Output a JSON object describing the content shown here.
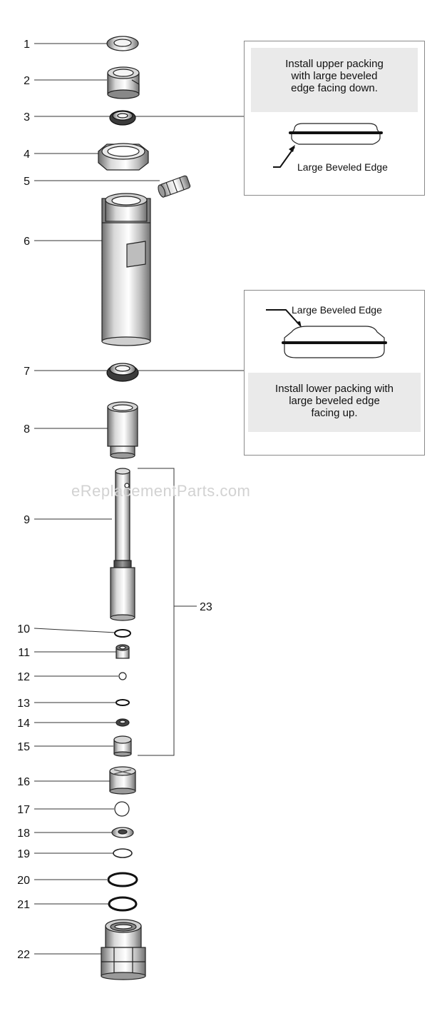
{
  "callouts": {
    "upper": {
      "note": "Install upper packing with large beveled edge facing down.",
      "note_lines": [
        "Install upper packing",
        "with large beveled",
        "edge facing down."
      ],
      "edge_label": "Large Beveled Edge"
    },
    "lower": {
      "note": "Install lower packing with large beveled edge facing up.",
      "note_lines": [
        "Install lower packing with",
        "large beveled edge",
        "facing up."
      ],
      "edge_label": "Large Beveled Edge"
    }
  },
  "parts": [
    {
      "number": "1"
    },
    {
      "number": "2"
    },
    {
      "number": "3"
    },
    {
      "number": "4"
    },
    {
      "number": "5"
    },
    {
      "number": "6"
    },
    {
      "number": "7"
    },
    {
      "number": "8"
    },
    {
      "number": "9"
    },
    {
      "number": "10"
    },
    {
      "number": "11"
    },
    {
      "number": "12"
    },
    {
      "number": "13"
    },
    {
      "number": "14"
    },
    {
      "number": "15"
    },
    {
      "number": "16"
    },
    {
      "number": "17"
    },
    {
      "number": "18"
    },
    {
      "number": "19"
    },
    {
      "number": "20"
    },
    {
      "number": "21"
    },
    {
      "number": "22"
    }
  ],
  "assembly": {
    "number": "23"
  },
  "watermark": "eReplacementParts.com"
}
